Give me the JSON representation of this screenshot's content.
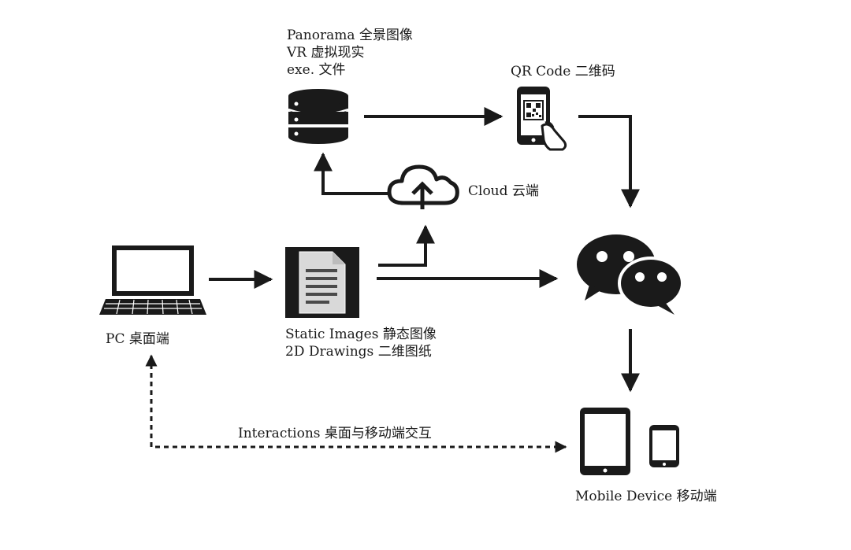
{
  "nodes": {
    "server": {
      "lines": [
        "Panorama 全景图像",
        "VR 虚拟现实",
        "exe. 文件"
      ]
    },
    "qr": {
      "label": "QR Code 二维码"
    },
    "cloud": {
      "label": "Cloud 云端"
    },
    "pc": {
      "label": "PC 桌面端"
    },
    "document": {
      "lines": [
        "Static Images 静态图像",
        "2D Drawings 二维图纸"
      ]
    },
    "mobile": {
      "label": "Mobile Device 移动端"
    }
  },
  "edges": {
    "interactions": {
      "label": "Interactions 桌面与移动端交互"
    }
  },
  "colors": {
    "ink": "#1a1a1a",
    "paper": "#ffffff"
  },
  "icons": {
    "server": "database-server-icon",
    "qr": "qr-code-phone-icon",
    "cloud": "cloud-upload-icon",
    "pc": "laptop-icon",
    "document": "document-icon",
    "chat": "wechat-chat-icon",
    "tablet": "tablet-icon",
    "phone": "smartphone-icon"
  }
}
